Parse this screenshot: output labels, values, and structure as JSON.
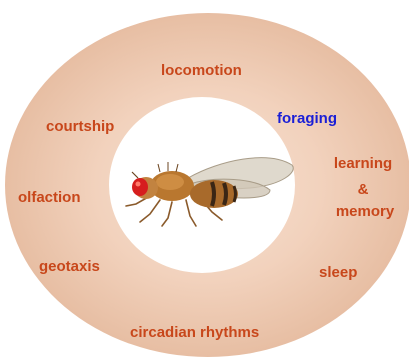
{
  "diagram": {
    "colors": {
      "ring_center": "#ffffff",
      "ring_inner": "#f4d6c2",
      "ring_outer": "#e9c1a6",
      "default_label": "#c8471b",
      "highlight_label": "#1a1fd6"
    },
    "center_image": {
      "icon": "fruit-fly-drosophila"
    },
    "behaviors": [
      {
        "label": "locomotion",
        "color": "#c8471b"
      },
      {
        "label": "foraging",
        "color": "#1a1fd6"
      },
      {
        "label": "courtship",
        "color": "#c8471b"
      },
      {
        "label": "learning",
        "color": "#c8471b"
      },
      {
        "label": "&",
        "color": "#c8471b"
      },
      {
        "label": "memory",
        "color": "#c8471b"
      },
      {
        "label": "olfaction",
        "color": "#c8471b"
      },
      {
        "label": "geotaxis",
        "color": "#c8471b"
      },
      {
        "label": "sleep",
        "color": "#c8471b"
      },
      {
        "label": "circadian rhythms",
        "color": "#c8471b"
      }
    ]
  }
}
